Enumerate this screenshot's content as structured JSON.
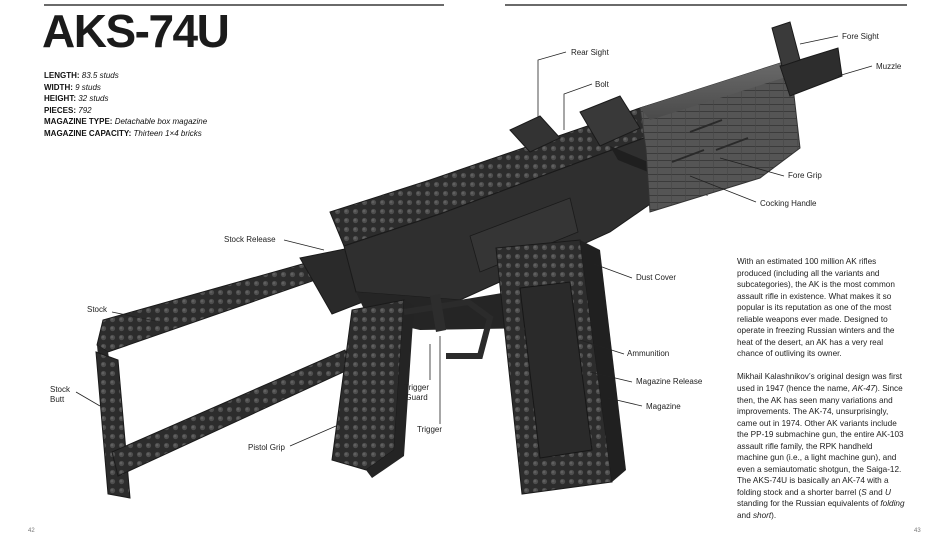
{
  "title": "AKS-74U",
  "specs": [
    {
      "key": "LENGTH:",
      "value": "83.5 studs"
    },
    {
      "key": "WIDTH:",
      "value": "9 studs"
    },
    {
      "key": "HEIGHT:",
      "value": "32 studs"
    },
    {
      "key": "PIECES:",
      "value": "792"
    },
    {
      "key": "MAGAZINE TYPE:",
      "value": "Detachable box magazine"
    },
    {
      "key": "MAGAZINE CAPACITY:",
      "value": "Thirteen 1×4 bricks"
    }
  ],
  "callouts": {
    "rear_sight": "Rear Sight",
    "bolt": "Bolt",
    "fore_sight": "Fore Sight",
    "muzzle": "Muzzle",
    "fore_grip": "Fore Grip",
    "cocking_handle": "Cocking Handle",
    "stock_release": "Stock Release",
    "dust_cover": "Dust Cover",
    "stock": "Stock",
    "ammunition": "Ammunition",
    "stock_butt_line1": "Stock",
    "stock_butt_line2": "Butt",
    "trigger_guard_line1": "Trigger",
    "trigger_guard_line2": "Guard",
    "magazine_release": "Magazine Release",
    "magazine": "Magazine",
    "trigger": "Trigger",
    "pistol_grip": "Pistol Grip"
  },
  "body": {
    "para1": "With an estimated 100 million AK rifles produced (including all the variants and subcategories), the AK is the most common assault rifle in existence. What makes it so popular is its reputation as one of the most reliable weapons ever made. Designed to operate in freezing Russian winters and the heat of the desert, an AK has a very real chance of outliving its owner.",
    "para2_a": "Mikhail Kalashnikov’s original design was first used in 1947 (hence the name, ",
    "para2_b": "AK-47",
    "para2_c": "). Since then, the AK has seen many variations and improvements. The AK-74, unsurprisingly, came out in 1974. Other AK variants include the PP-19 submachine gun, the entire AK-103 assault rifle family, the RPK handheld machine gun (i.e., a light machine gun), and even a semiautomatic shotgun, the Saiga-12. The AKS-74U is basically an AK-74 with a folding stock and a shorter barrel (",
    "para2_d": "S",
    "para2_e": " and ",
    "para2_f": "U",
    "para2_g": " standing for the Russian equivalents of ",
    "para2_h": "folding",
    "para2_i": " and ",
    "para2_j": "short",
    "para2_k": ")."
  },
  "pages": {
    "left": "42",
    "right": "43"
  }
}
